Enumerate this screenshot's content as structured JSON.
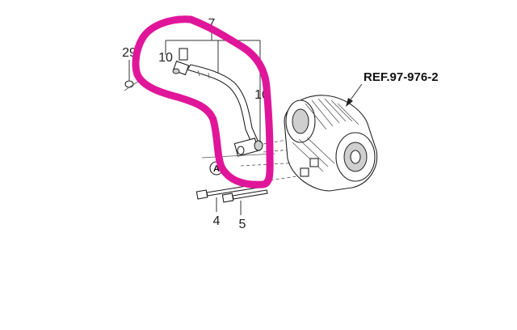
{
  "diagram": {
    "callouts": {
      "part_7": "7",
      "part_29": "29",
      "part_10_left": "10",
      "part_10_right": "10",
      "part_4": "4",
      "part_5": "5"
    },
    "reference_label": "REF.97-976-2",
    "view_marker": "A",
    "highlight_color": "#e0169a"
  }
}
